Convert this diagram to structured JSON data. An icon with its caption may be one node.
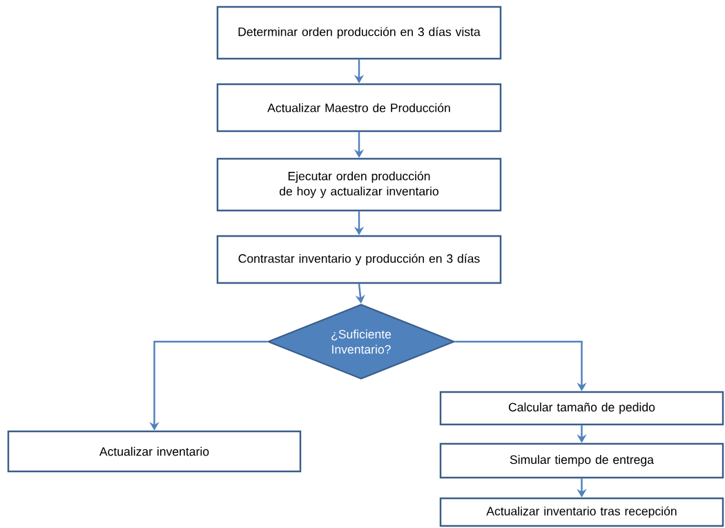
{
  "diagram": {
    "nodes": [
      {
        "text": [
          "Determinar orden producción en 3 días vista"
        ]
      },
      {
        "text": [
          "Actualizar Maestro de Producción"
        ]
      },
      {
        "text": [
          "Ejecutar orden producción de hoy y actualizar inventario"
        ]
      },
      {
        "text": [
          "Contrastar inventario y producción en 3 días"
        ]
      },
      {
        "text": [
          "¿Suficiente Inventario?"
        ]
      },
      {
        "text": [
          "Actualizar inventario"
        ]
      },
      {
        "text": [
          "Calcular tamaño de pedido"
        ]
      },
      {
        "text": [
          "Simular tiempo de entrega"
        ]
      },
      {
        "text": [
          "Actualizar inventario tras recepción"
        ]
      }
    ],
    "edges": [
      {
        "from": 0,
        "to": 1,
        "arrow": "to"
      },
      {
        "from": 1,
        "to": 2,
        "arrow": "to"
      },
      {
        "from": 2,
        "to": 3,
        "arrow": "to"
      },
      {
        "from": 3,
        "to": 4,
        "arrow": "to"
      },
      {
        "from": 4,
        "to": 5,
        "arrow": "to"
      },
      {
        "from": 4,
        "to": 6,
        "arrow": "to"
      },
      {
        "from": 6,
        "to": 7,
        "arrow": "to"
      },
      {
        "from": 7,
        "to": 8,
        "arrow": "to"
      }
    ]
  }
}
